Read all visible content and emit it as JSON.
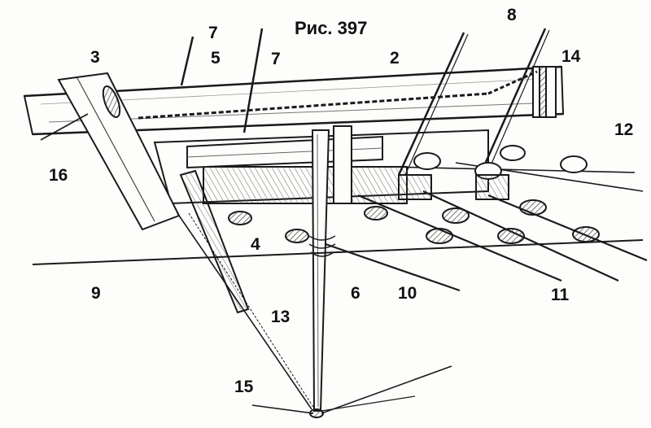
{
  "figure": {
    "title": "Рис. 397"
  },
  "labels": {
    "l2": "2",
    "l3": "3",
    "l4": "4",
    "l5": "5",
    "l6": "6",
    "l7a": "7",
    "l7b": "7",
    "l8": "8",
    "l9": "9",
    "l10": "10",
    "l11": "11",
    "l12": "12",
    "l13": "13",
    "l14": "14",
    "l15": "15",
    "l16": "16"
  },
  "colors": {
    "ink": "#1a1a1a",
    "paper": "#fdfdfb",
    "shade": "#6b6b6b"
  }
}
